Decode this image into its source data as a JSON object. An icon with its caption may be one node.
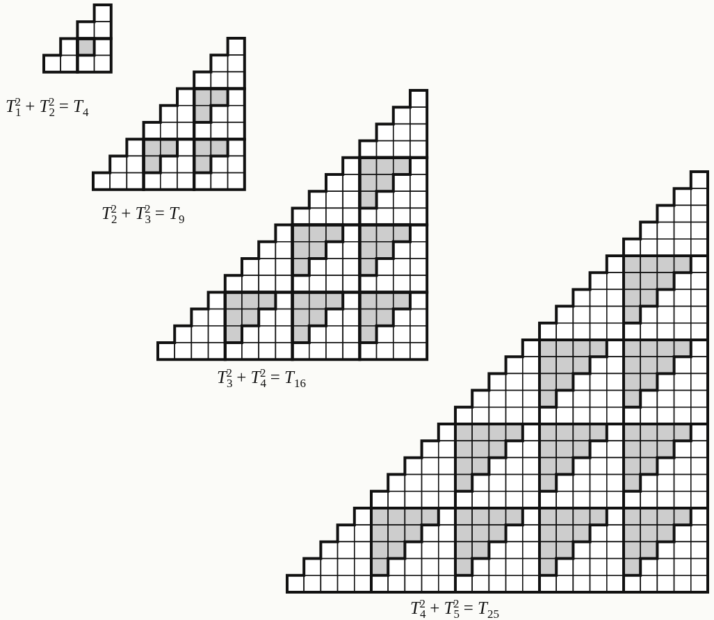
{
  "diagram": {
    "labels": [
      "*T*$_{1}$$^{2}$ + *T*$_{2}$$^{2}$ = *T*$_{4}$",
      "*T*$_{2}$$^{2}$ + *T*$_{3}$$^{2}$ = *T*$_{9}$",
      "*T*$_{3}$$^{2}$ + *T*$_{4}$$^{2}$ = *T*$_{16}$",
      "*T*$_{4}$$^{2}$ + *T*$_{5}$$^{2}$ = *T*$_{25}$"
    ]
  }
}
